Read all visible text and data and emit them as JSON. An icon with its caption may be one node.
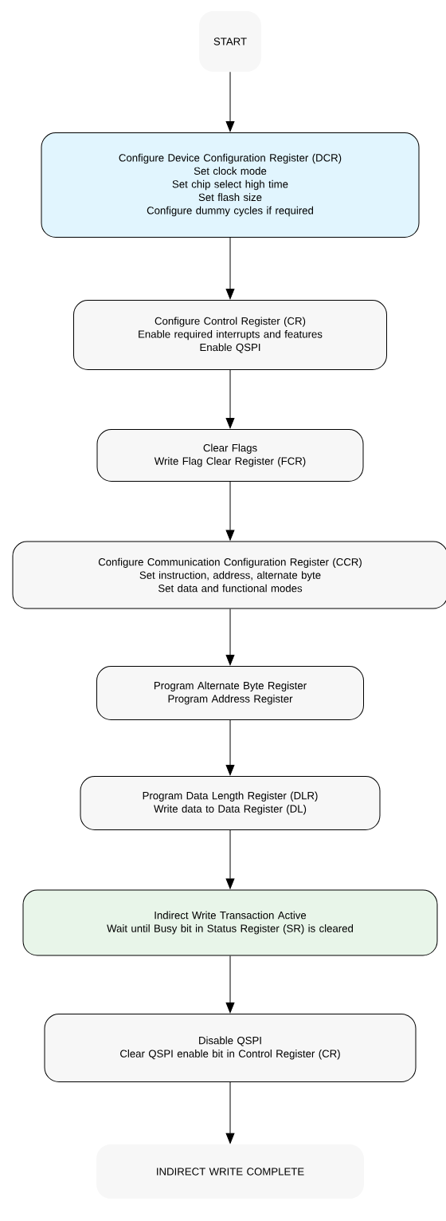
{
  "diagram": {
    "nodes": [
      {
        "text": [
          "START"
        ]
      },
      {
        "text": [
          "Configure Device Configuration Register (DCR)",
          "Set clock mode",
          "Set chip select high time",
          "Set flash size",
          "Configure dummy cycles if required"
        ]
      },
      {
        "text": [
          "Configure Control Register (CR)",
          "Enable required interrupts and features",
          "Enable QSPI"
        ]
      },
      {
        "text": [
          "Clear Flags",
          "Write Flag Clear Register (FCR)"
        ]
      },
      {
        "text": [
          "Configure Communication Configuration Register (CCR)",
          "Set instruction, address, alternate byte",
          "Set data and functional modes"
        ]
      },
      {
        "text": [
          "Program Alternate Byte Register",
          "Program Address Register"
        ]
      },
      {
        "text": [
          "Program Data Length Register (DLR)",
          "Write data to Data Register (DL)"
        ]
      },
      {
        "text": [
          "Indirect Write Transaction Active",
          "Wait until Busy bit in Status Register (SR) is cleared"
        ]
      },
      {
        "text": [
          "Disable QSPI",
          "Clear QSPI enable bit in Control Register (CR)"
        ]
      },
      {
        "text": [
          "INDIRECT WRITE COMPLETE"
        ]
      }
    ],
    "edges": [
      {
        "from": 0,
        "to": 1,
        "arrow": "to"
      },
      {
        "from": 1,
        "to": 2,
        "arrow": "to"
      },
      {
        "from": 2,
        "to": 3,
        "arrow": "to"
      },
      {
        "from": 3,
        "to": 4,
        "arrow": "to"
      },
      {
        "from": 4,
        "to": 5,
        "arrow": "to"
      },
      {
        "from": 5,
        "to": 6,
        "arrow": "to"
      },
      {
        "from": 6,
        "to": 7,
        "arrow": "to"
      },
      {
        "from": 7,
        "to": 8,
        "arrow": "to"
      },
      {
        "from": 8,
        "to": 9,
        "arrow": "to"
      }
    ]
  }
}
